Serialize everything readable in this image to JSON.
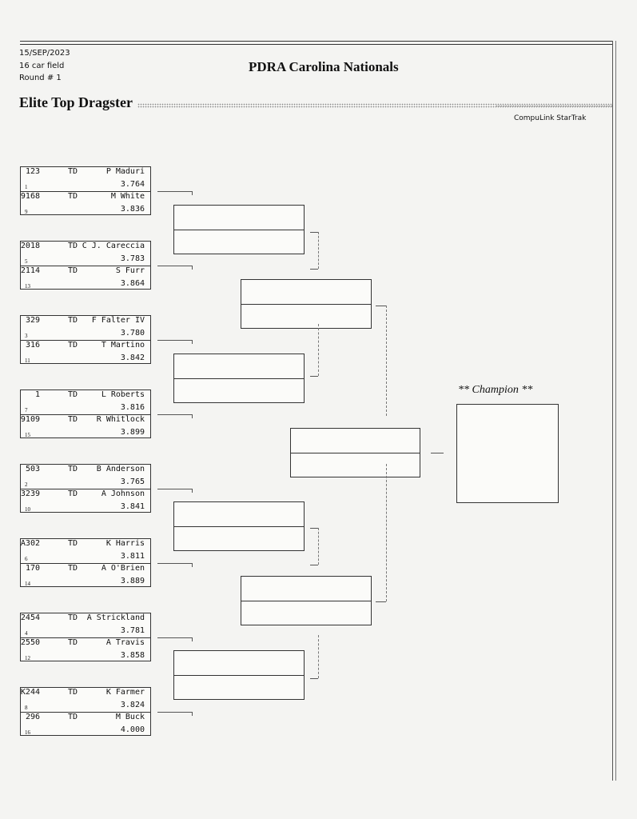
{
  "header": {
    "date": "15/SEP/2023",
    "field": "16 car field",
    "round": "Round # 1",
    "event_title": "PDRA Carolina Nationals",
    "class_name": "Elite Top Dragster",
    "software": "CompuLink StarTrak"
  },
  "entries": [
    {
      "car": "123",
      "cls": "TD",
      "driver": "P Maduri",
      "et": "3.764",
      "seed": "1"
    },
    {
      "car": "9168",
      "cls": "TD",
      "driver": "M White",
      "et": "3.836",
      "seed": "9"
    },
    {
      "car": "2018",
      "cls": "TD",
      "driver": "C J. Careccia",
      "et": "3.783",
      "seed": "5"
    },
    {
      "car": "2114",
      "cls": "TD",
      "driver": "S Furr",
      "et": "3.864",
      "seed": "13"
    },
    {
      "car": "329",
      "cls": "TD",
      "driver": "F Falter IV",
      "et": "3.780",
      "seed": "3"
    },
    {
      "car": "316",
      "cls": "TD",
      "driver": "T Martino",
      "et": "3.842",
      "seed": "11"
    },
    {
      "car": "1",
      "cls": "TD",
      "driver": "L Roberts",
      "et": "3.816",
      "seed": "7"
    },
    {
      "car": "9109",
      "cls": "TD",
      "driver": "R Whitlock",
      "et": "3.899",
      "seed": "15"
    },
    {
      "car": "503",
      "cls": "TD",
      "driver": "B Anderson",
      "et": "3.765",
      "seed": "2"
    },
    {
      "car": "3239",
      "cls": "TD",
      "driver": "A Johnson",
      "et": "3.841",
      "seed": "10"
    },
    {
      "car": "A302",
      "cls": "TD",
      "driver": "K Harris",
      "et": "3.811",
      "seed": "6"
    },
    {
      "car": "170",
      "cls": "TD",
      "driver": "A O'Brien",
      "et": "3.889",
      "seed": "14"
    },
    {
      "car": "2454",
      "cls": "TD",
      "driver": "A Strickland",
      "et": "3.781",
      "seed": "4"
    },
    {
      "car": "2550",
      "cls": "TD",
      "driver": "A Travis",
      "et": "3.858",
      "seed": "12"
    },
    {
      "car": "K244",
      "cls": "TD",
      "driver": "K Farmer",
      "et": "3.824",
      "seed": "8"
    },
    {
      "car": "296",
      "cls": "TD",
      "driver": "M Buck",
      "et": "4.000",
      "seed": "16"
    }
  ],
  "champion_label": "** Champion **"
}
